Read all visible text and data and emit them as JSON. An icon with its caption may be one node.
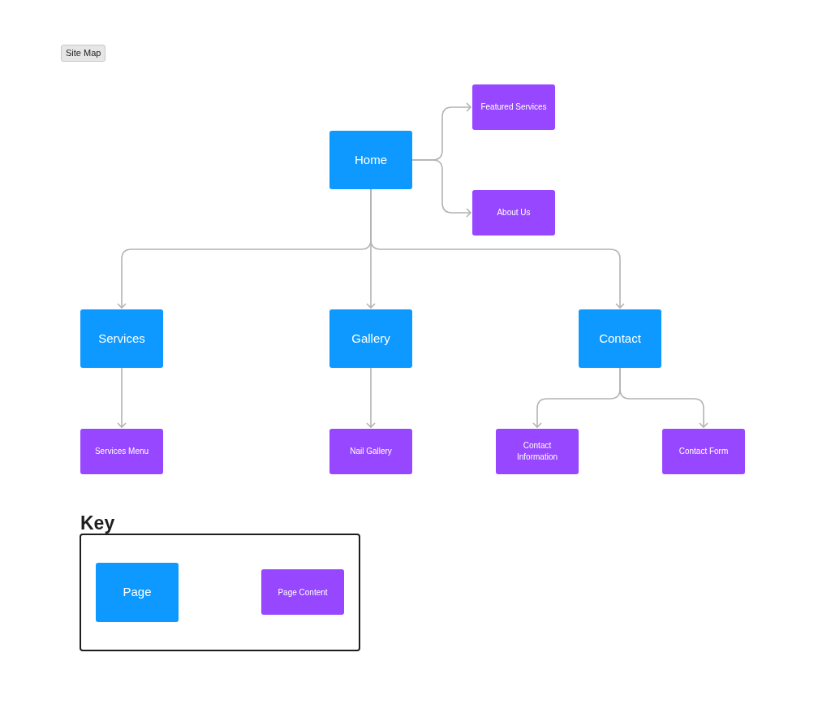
{
  "diagram": {
    "title": "Site Map",
    "nodes": [
      {
        "text": [
          "Home"
        ]
      },
      {
        "text": [
          "Featured Services"
        ]
      },
      {
        "text": [
          "About Us"
        ]
      },
      {
        "text": [
          "Services"
        ]
      },
      {
        "text": [
          "Gallery"
        ]
      },
      {
        "text": [
          "Contact"
        ]
      },
      {
        "text": [
          "Services Menu"
        ]
      },
      {
        "text": [
          "Nail Gallery"
        ]
      },
      {
        "text": [
          "Contact Information"
        ]
      },
      {
        "text": [
          "Contact Form"
        ]
      }
    ],
    "edges": [
      {
        "from": 0,
        "to": 1,
        "arrow": "to"
      },
      {
        "from": 0,
        "to": 2,
        "arrow": "to"
      },
      {
        "from": 0,
        "to": 3,
        "arrow": "to"
      },
      {
        "from": 0,
        "to": 4,
        "arrow": "to"
      },
      {
        "from": 0,
        "to": 5,
        "arrow": "to"
      },
      {
        "from": 3,
        "to": 6,
        "arrow": "to"
      },
      {
        "from": 4,
        "to": 7,
        "arrow": "to"
      },
      {
        "from": 5,
        "to": 8,
        "arrow": "to"
      },
      {
        "from": 5,
        "to": 9,
        "arrow": "to"
      }
    ],
    "labels": [
      "Key"
    ],
    "legend": [
      {
        "text": "Page",
        "color": "#0d99ff"
      },
      {
        "text": "Page Content",
        "color": "#9747ff"
      }
    ]
  }
}
